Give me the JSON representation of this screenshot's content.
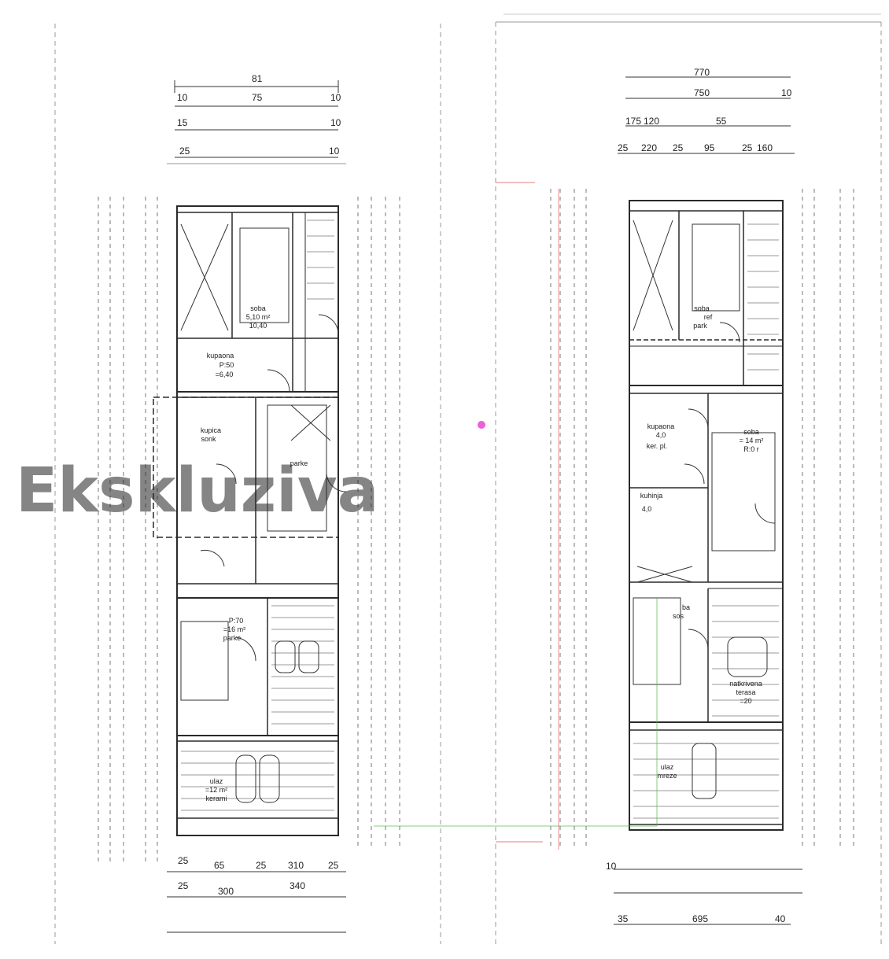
{
  "colors": {
    "line": "#2a2a2a",
    "dim": "#555555",
    "dashed": "#8a8a8a",
    "green": "#54b84a",
    "red": "#d94a4a",
    "magenta": "#e23ad0",
    "watermark": "#9fd9c9"
  },
  "watermark": {
    "text": "Ekskluziva"
  },
  "left_plan": {
    "top_dims": [
      "81",
      "10",
      "75",
      "10",
      "15",
      "10",
      "25",
      "10"
    ],
    "rooms": [
      {
        "name": "soba",
        "area": "5,10 m²",
        "floor": "10,40"
      },
      {
        "name": "kupaona",
        "area": "P:50",
        "floor": "=6,40"
      },
      {
        "name": "kupica",
        "area": "sonk",
        "floor": "parke"
      },
      {
        "name": "P:70",
        "area": "=16 m²",
        "floor": "parke"
      },
      {
        "name": "ulaz",
        "area": "=12 m²",
        "floor": "kerami"
      }
    ],
    "bottom_dims": [
      "25",
      "65",
      "25",
      "310",
      "25"
    ],
    "bottom_dims2": [
      "25",
      "300",
      "340"
    ]
  },
  "right_plan": {
    "top_dims": [
      "770",
      "750",
      "10",
      "175",
      "120",
      "55",
      "25",
      "220",
      "25",
      "95",
      "25",
      "160"
    ],
    "rooms": [
      {
        "name": "soba",
        "area": "ref",
        "floor": "park"
      },
      {
        "name": "kupaona",
        "area": "4,0",
        "floor": "ker. pl."
      },
      {
        "name": "soba",
        "area": "= 14 m²",
        "floor": "R:0 r"
      },
      {
        "name": "kuhinja",
        "area": "4,0",
        "floor": ""
      },
      {
        "name": "ba",
        "area": "sos",
        "floor": ""
      },
      {
        "name": "natkrivena",
        "area": "terasa",
        "floor": "=20"
      },
      {
        "name": "ulaz",
        "area": "mreze",
        "floor": ""
      }
    ],
    "bottom_dims": [
      "10",
      "695",
      "40",
      "35"
    ]
  }
}
